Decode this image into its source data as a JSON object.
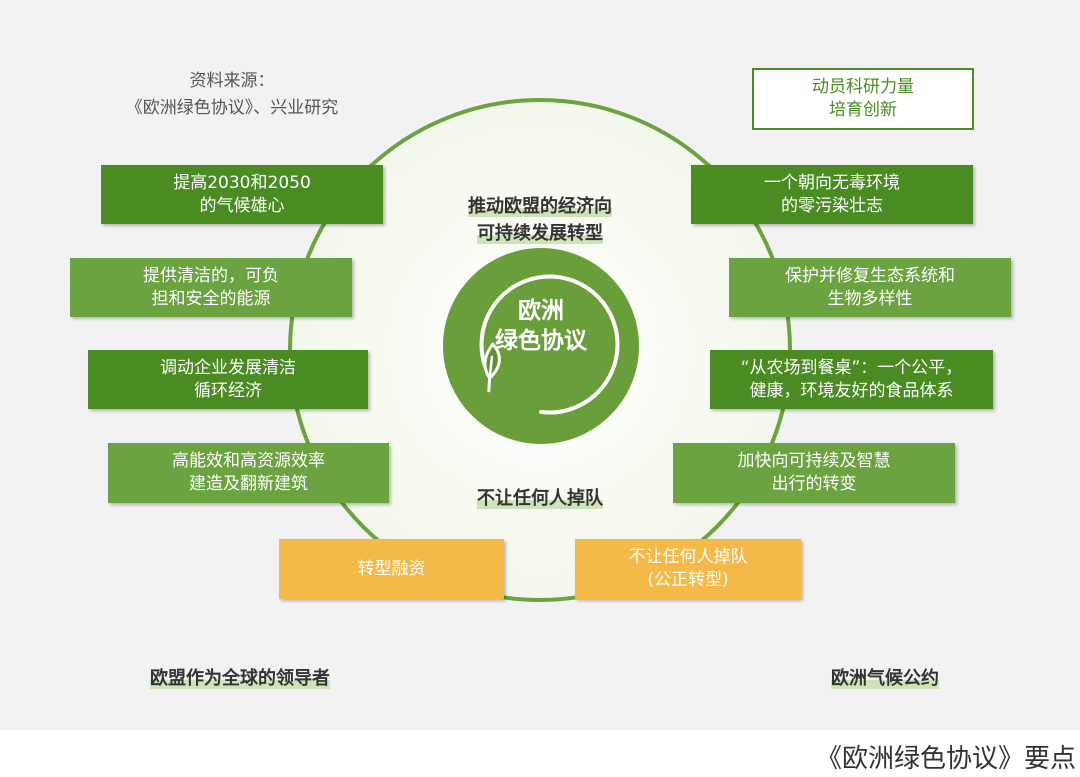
{
  "source": "资料来源：\n《欧洲绿色协议》、兴业研究",
  "center": "欧洲\n绿色协议",
  "top_heading": "推动欧盟的经济向\n可持续发展转型",
  "middle_heading": "不让任何人掉队",
  "bottom_left_label": "欧盟作为全球的领导者",
  "bottom_right_label": "欧洲气候公约",
  "mobilize_box": "动员科研力量\n培育创新",
  "left_items": [
    "提高2030和2050\n的气候雄心",
    "提供清洁的，可负\n担和安全的能源",
    "调动企业发展清洁\n循环经济",
    "高能效和高资源效率\n建造及翻新建筑"
  ],
  "right_items": [
    "一个朝向无毒环境\n的零污染壮志",
    "保护并修复生态系统和\n生物多样性",
    "“从农场到餐桌”：一个公平，\n健康，环境友好的食品体系",
    "加快向可持续及智慧\n出行的转变"
  ],
  "yellow_items": [
    "转型融资",
    "不让任何人掉队\n(公正转型)"
  ],
  "caption": "《欧洲绿色协议》要点",
  "colors": {
    "dark_green": "#4a8b22",
    "mid_green": "#6aa33f",
    "yellow": "#f5b947",
    "background": "#f2f2f2"
  },
  "icons": [
    "leaf-icon"
  ]
}
